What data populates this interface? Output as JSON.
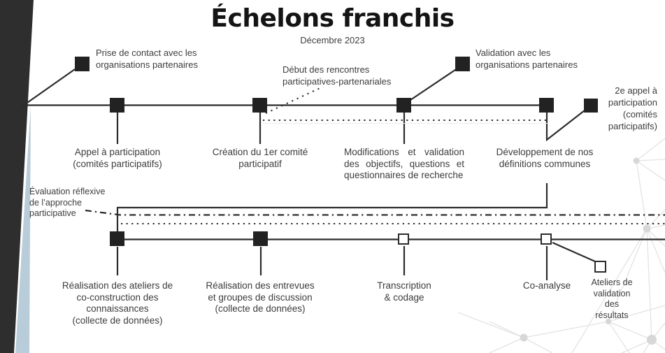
{
  "header": {
    "title": "Échelons franchis",
    "subtitle": "Décembre 2023"
  },
  "timeline1": {
    "annotations": [
      {
        "id": "prise-de-contact",
        "text": "Prise de contact avec les\norganisations partenaires"
      },
      {
        "id": "debut-rencontres",
        "text": "Début des rencontres\nparticipatives-partenariales"
      },
      {
        "id": "validation-organisations",
        "text": "Validation avec les\norganisations partenaires"
      },
      {
        "id": "deuxieme-appel",
        "text": "2e appel à\nparticipation\n(comités\nparticipatifs)"
      }
    ],
    "milestones": [
      {
        "id": "appel-participation",
        "label": "Appel à participation\n(comités participatifs)",
        "marker": "filled-square"
      },
      {
        "id": "creation-comite",
        "label": "Création du 1er comité\nparticipatif",
        "marker": "filled-square"
      },
      {
        "id": "modifications-validation",
        "label": "Modifications et validation des objectifs, questions et questionnaires de recherche",
        "marker": "filled-square"
      },
      {
        "id": "developpement-definitions",
        "label": "Développement de nos\ndéfinitions communes",
        "marker": "filled-square"
      }
    ]
  },
  "timeline2": {
    "annotation_left": "Évaluation réflexive\nde l’approche\nparticipative",
    "milestones": [
      {
        "id": "ateliers-coconstruction",
        "label": "Réalisation des ateliers de\nco-construction des\nconnaissances\n(collecte de données)",
        "marker": "filled-square"
      },
      {
        "id": "entrevues-discussion",
        "label": "Réalisation des entrevues\net groupes de discussion\n(collecte de données)",
        "marker": "filled-square"
      },
      {
        "id": "transcription-codage",
        "label": "Transcription\n& codage",
        "marker": "open-square"
      },
      {
        "id": "co-analyse",
        "label": "Co-analyse",
        "marker": "open-square"
      },
      {
        "id": "ateliers-validation",
        "label": "Ateliers de\nvalidation\ndes\nrésultats",
        "marker": "open-square"
      }
    ]
  },
  "colors": {
    "line": "#2c2c2c",
    "marker_fill": "#222222",
    "text": "#3d3d3d",
    "left_band_black": "#2e2e2e",
    "left_band_blue": "#b9ccd9",
    "network_gray": "#e3e3e3"
  }
}
